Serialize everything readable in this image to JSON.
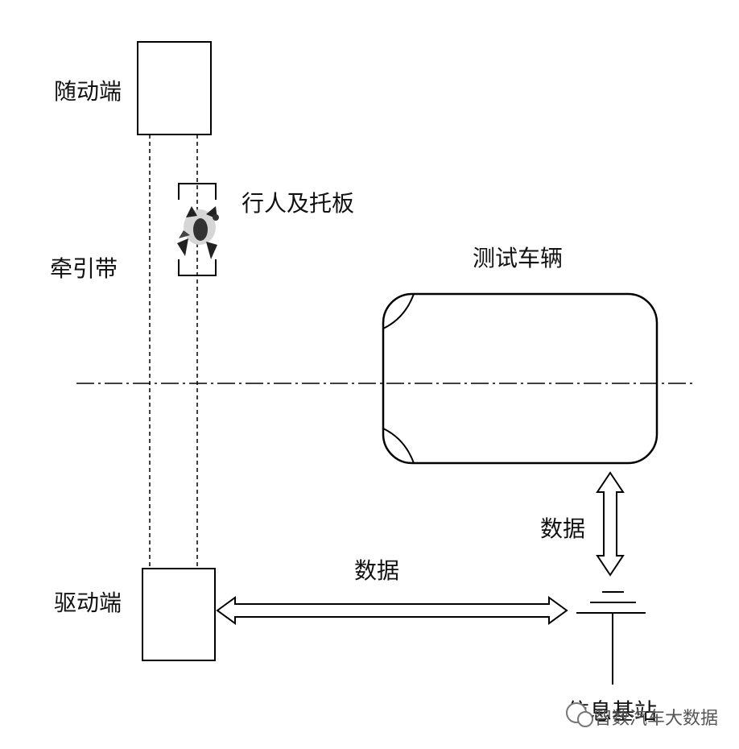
{
  "labels": {
    "follower_end": "随动端",
    "pedestrian_plate": "行人及托板",
    "traction_belt": "牵引带",
    "test_vehicle": "测试车辆",
    "data_vertical": "数据",
    "data_horizontal": "数据",
    "drive_end": "驱动端",
    "base_station": "信息基站"
  },
  "watermark": {
    "text": "智数汽车大数据"
  },
  "colors": {
    "line": "#000000",
    "background": "#ffffff",
    "watermark": "#555555"
  }
}
